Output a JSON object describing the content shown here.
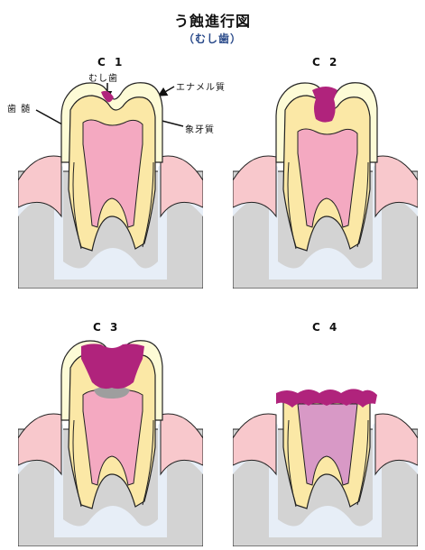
{
  "title": "う蝕進行図",
  "subtitle": "（むし歯）",
  "stages": [
    {
      "label": "C 1"
    },
    {
      "label": "C 2"
    },
    {
      "label": "C 3"
    },
    {
      "label": "C 4"
    }
  ],
  "annotations": {
    "caries": "むし歯",
    "enamel": "エナメル質",
    "pulp": "歯 髄",
    "dentin": "象牙質"
  },
  "colors": {
    "bone": "#d3d3d3",
    "gum": "#f8c8cc",
    "gum_inner": "#e7eef7",
    "enamel": "#fdfbd6",
    "dentin": "#fbe8a6",
    "pulp": "#f4a9c1",
    "caries": "#b0237c",
    "gray_lesion": "#9e9e9e",
    "outline": "#222222"
  }
}
